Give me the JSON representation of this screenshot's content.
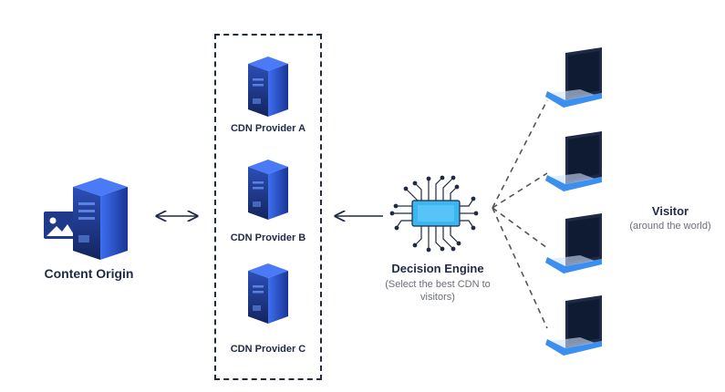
{
  "content_origin": {
    "label": "Content Origin"
  },
  "cdn_providers": [
    {
      "label": "CDN Provider A"
    },
    {
      "label": "CDN Provider B"
    },
    {
      "label": "CDN Provider C"
    }
  ],
  "decision_engine": {
    "label": "Decision Engine",
    "subtitle_line1": "(Select the best CDN  to",
    "subtitle_line2": "visitors)"
  },
  "visitor": {
    "label": "Visitor",
    "subtitle": "(around the world)"
  },
  "colors": {
    "navy": "#1f2a44",
    "server_blue": "#2f5fd6",
    "chip_cyan": "#3ab7f0",
    "laptop_blue": "#3b8ff0",
    "dash_gray": "#555555"
  }
}
